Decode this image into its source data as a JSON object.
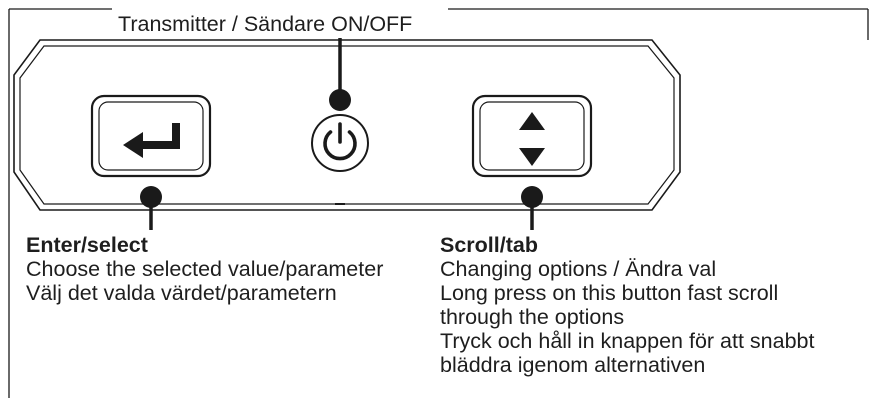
{
  "power_button": {
    "label": "Transmitter / Sändare ON/OFF",
    "icon": "power-icon"
  },
  "enter_button": {
    "icon": "enter-arrow-icon",
    "title": "Enter/select",
    "lines": [
      "Choose the selected value/parameter",
      "Välj det valda värdet/parametern"
    ]
  },
  "scroll_button": {
    "icon": "up-down-arrows-icon",
    "title": "Scroll/tab",
    "lines": [
      "Changing options / Ändra val",
      "Long press on this button fast scroll",
      "through the options",
      "Tryck och håll in knappen för att snabbt",
      "bläddra igenom alternativen"
    ]
  },
  "colors": {
    "line": "#1a1a1a",
    "panel_fill": "#ffffff",
    "text": "#1e1e1e"
  }
}
